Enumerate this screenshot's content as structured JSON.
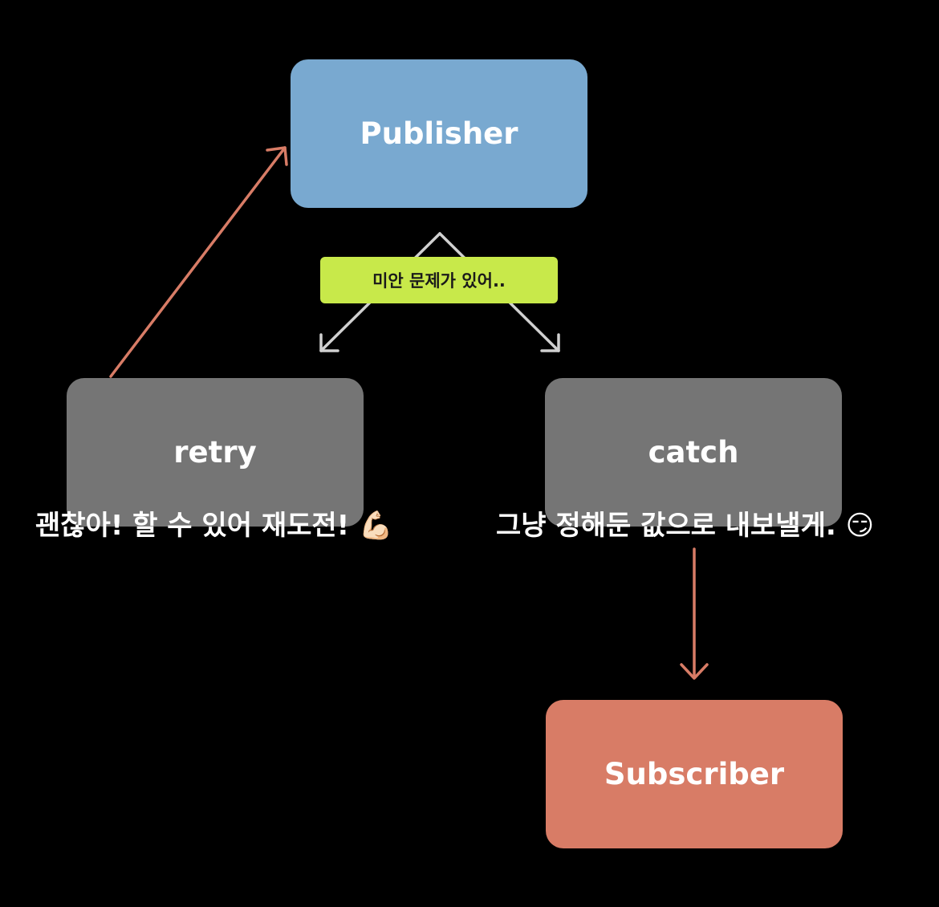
{
  "nodes": {
    "publisher": "Publisher",
    "retry": "retry",
    "catch": "catch",
    "subscriber": "Subscriber"
  },
  "error_label": "미안 문제가 있어..",
  "captions": {
    "retry": "괜찮아! 할 수 있어 재도전! 💪🏻",
    "catch": "그냥 정해둔 값으로 내보낼게. 😏"
  },
  "colors": {
    "background": "#000000",
    "publisher": "#79a9d0",
    "operator": "#757575",
    "subscriber": "#d87c66",
    "error_badge": "#c8e94a",
    "retry_arrow": "#d87c66",
    "split_arrow": "#d0d0d0"
  }
}
